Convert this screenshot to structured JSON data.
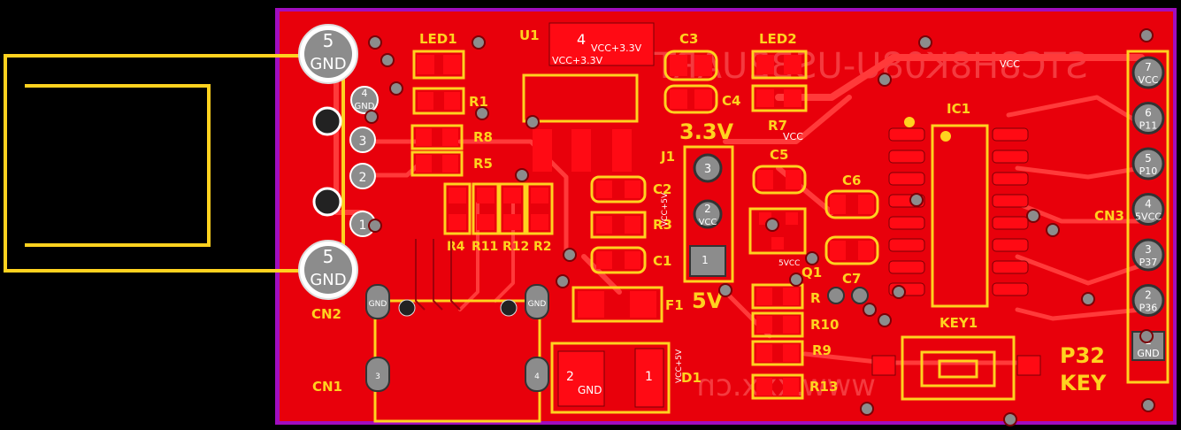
{
  "colors": {
    "board": "#e8000b",
    "copper": "#ff0a14",
    "trace": "#ff1e26",
    "silk": "#ffd21f",
    "pad": "#8c8c8c",
    "outline": "#a10dbf",
    "clearance": "#7a0006"
  },
  "designators": {
    "led1": "LED1",
    "u1": "U1",
    "c3": "C3",
    "led2": "LED2",
    "r1": "R1",
    "r8": "R8",
    "r5": "R5",
    "c4": "C4",
    "r7": "R7",
    "j1": "J1",
    "c5": "C5",
    "c6": "C6",
    "c7": "C7",
    "ic1": "IC1",
    "c2": "C2",
    "r3": "R3",
    "c1": "C1",
    "f1": "F1",
    "d1": "D1",
    "q1": "Q1",
    "r4": "R4",
    "r11": "R11",
    "r12": "R12",
    "r2": "R2",
    "r": "R",
    "r10": "R10",
    "r9": "R9",
    "r13": "R13",
    "key1": "KEY1",
    "cn1": "CN1",
    "cn2": "CN2",
    "cn3": "CN3"
  },
  "labels": {
    "v33": "3.3V",
    "v5": "5V",
    "p32": "P32",
    "key": "KEY"
  },
  "cn2_pins": [
    {
      "num": "5",
      "name": "GND"
    },
    {
      "num": "4",
      "name": "GND"
    },
    {
      "num": "3",
      "name": ""
    },
    {
      "num": "2",
      "name": ""
    },
    {
      "num": "1",
      "name": ""
    },
    {
      "num": "5",
      "name": "GND"
    }
  ],
  "cn3_pins": [
    {
      "num": "7",
      "name": "VCC"
    },
    {
      "num": "6",
      "name": "P11"
    },
    {
      "num": "5",
      "name": "P10"
    },
    {
      "num": "4",
      "name": "5VCC"
    },
    {
      "num": "3",
      "name": "P37"
    },
    {
      "num": "2",
      "name": "P36"
    },
    {
      "num": "1",
      "name": "GND"
    }
  ],
  "j1_pins": [
    {
      "num": "3",
      "name": ""
    },
    {
      "num": "2",
      "name": "VCC"
    },
    {
      "num": "1",
      "name": "5VCC"
    }
  ],
  "u1_tab": {
    "num": "4",
    "net": "VCC+3.3V"
  },
  "d1_pads": [
    {
      "num": "2",
      "name": "GND"
    },
    {
      "num": "1",
      "name": "VCC+5V"
    }
  ],
  "cn1_pads": [
    "GND",
    "GND",
    "3",
    "4"
  ],
  "nets": {
    "vcc": "VCC",
    "vcc5": "VCC+5V",
    "svcc": "5VCC"
  },
  "mirrored_text": {
    "top": "STC8H8K08U-USB2UART",
    "bottom": "www.xxx.cn"
  }
}
